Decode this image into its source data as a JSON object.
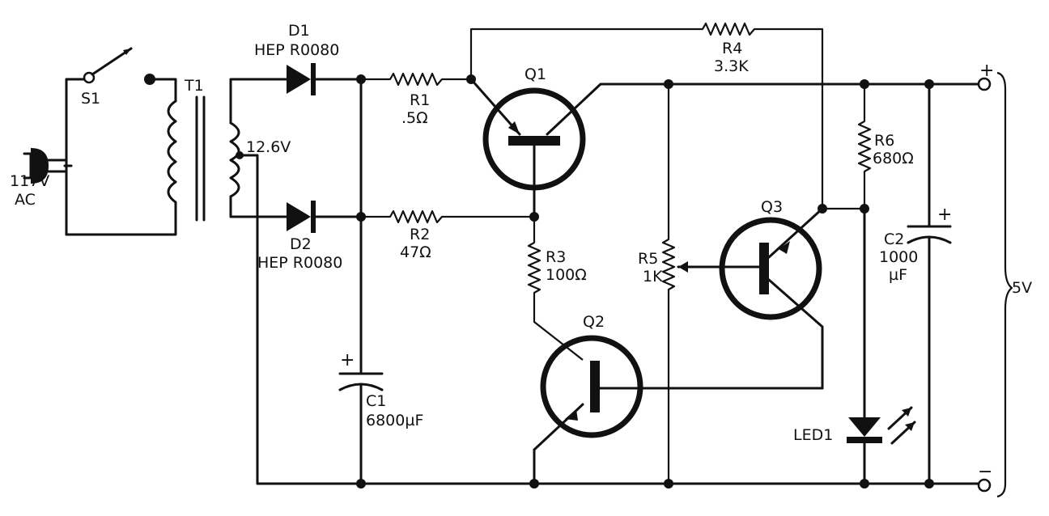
{
  "labels": {
    "s1": "S1",
    "t1": "T1",
    "ac_voltage": "117V",
    "ac": "AC",
    "secondary_tap": "12.6V",
    "d1_ref": "D1",
    "d1_part": "HEP R0080",
    "d2_ref": "D2",
    "d2_part": "HEP R0080",
    "r1_ref": "R1",
    "r1_val": ".5Ω",
    "r2_ref": "R2",
    "r2_val": "47Ω",
    "r3_ref": "R3",
    "r3_val": "100Ω",
    "r4_ref": "R4",
    "r4_val": "3.3K",
    "r5_ref": "R5",
    "r5_val": "1K",
    "r6_ref": "R6",
    "r6_val": "680Ω",
    "q1": "Q1",
    "q2": "Q2",
    "q3": "Q3",
    "c1_plus": "+",
    "c1_ref": "C1",
    "c1_val": "6800µF",
    "c2_plus": "+",
    "c2_ref": "C2",
    "c2_val": "1000",
    "c2_unit": "µF",
    "led": "LED1",
    "out_plus": "+",
    "out_minus": "−",
    "out_voltage": "5V"
  }
}
